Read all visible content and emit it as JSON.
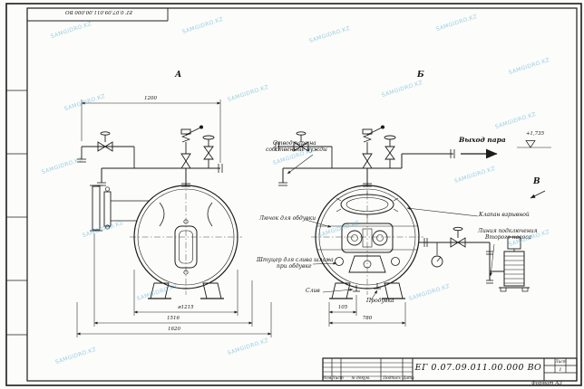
{
  "sheet": {
    "corner_stamp": "ЕГ 0.07.09.011.00.000 ВО",
    "format_label": "Формат А3"
  },
  "watermark": {
    "text": "SAMGIDRO.KZ"
  },
  "views": {
    "a": "А",
    "b": "Б",
    "v": "В"
  },
  "annotations": {
    "steam_tap_line1": "Отвод пара на",
    "steam_tap_line2": "собственные нужды",
    "steam_out": "Выход пара",
    "elevation": "+1,735",
    "explosion_valve": "Клапан взрывной",
    "pump_line1": "Линия подключения",
    "pump_line2": "Второго насоса",
    "hatch": "Лючок для обдувки",
    "sludge_line1": "Штуцер для слива шлама",
    "sludge_line2": "при обдувке",
    "drain": "Слив",
    "blowdown": "Продувка"
  },
  "dimensions": {
    "pipe_width": "1200",
    "shell_dia": "ø1215",
    "width_1516": "1516",
    "width_1620": "1620",
    "dim_105": "105",
    "dim_780": "780"
  },
  "title_block": {
    "doc_number": "ЕГ 0.07.09.011.00.000  ВО",
    "col_izm": "Изм.",
    "col_list": "Лист",
    "col_doc": "№ докум.",
    "col_sign": "Подпись",
    "col_date": "Дата",
    "sheet_label": "Лист",
    "sheet_value": "1"
  }
}
